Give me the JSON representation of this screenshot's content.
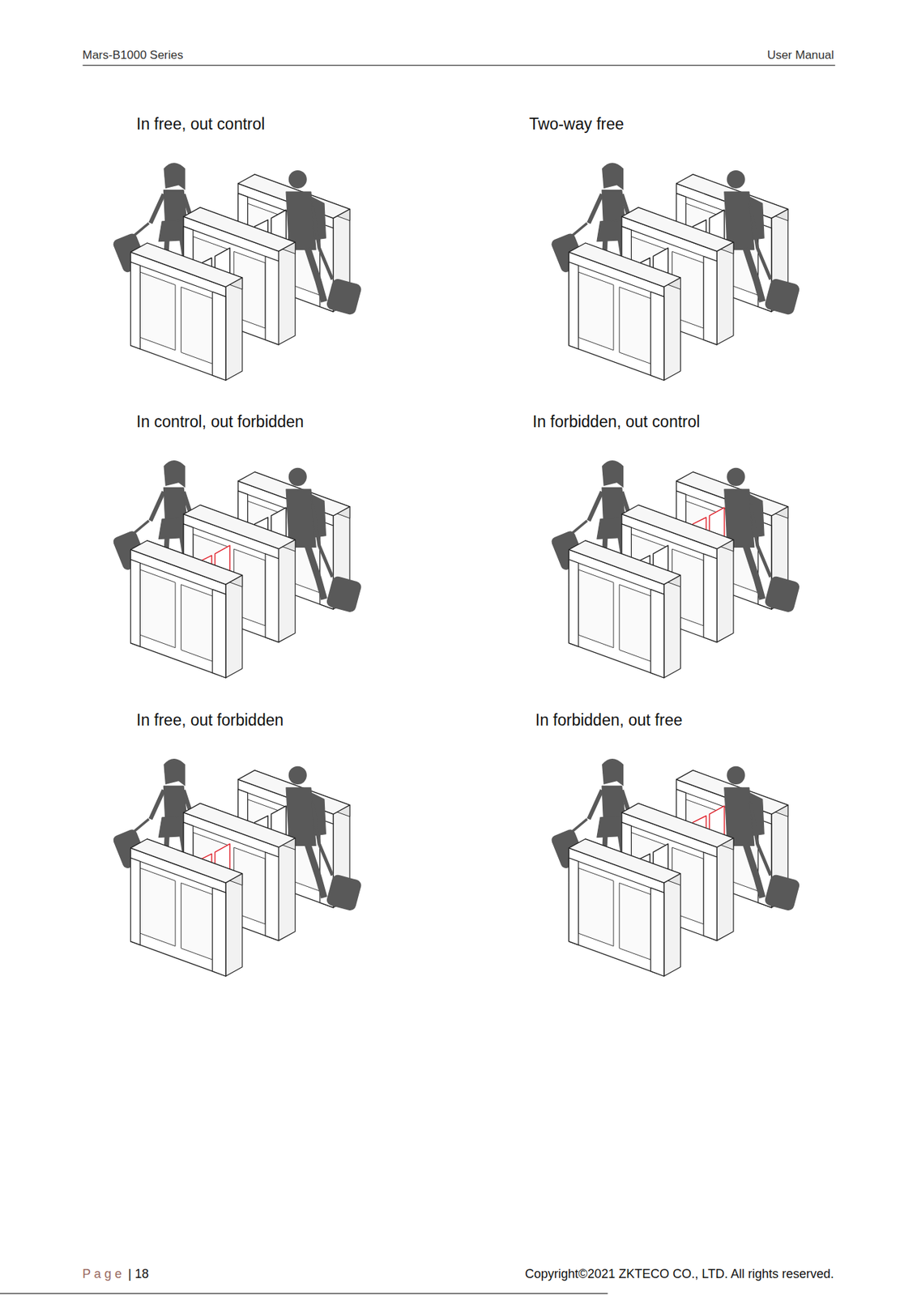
{
  "diagram": {
    "labels": [
      "Mars-B1000 Series",
      "User Manual",
      "In free, out control",
      "Two-way free",
      "In control, out forbidden",
      "In forbidden, out control",
      "In free, out forbidden",
      "In forbidden, out free",
      "P a g e",
      "| 18",
      "Copyright©2021 ZKTECO CO., LTD.  All rights reserved."
    ]
  }
}
